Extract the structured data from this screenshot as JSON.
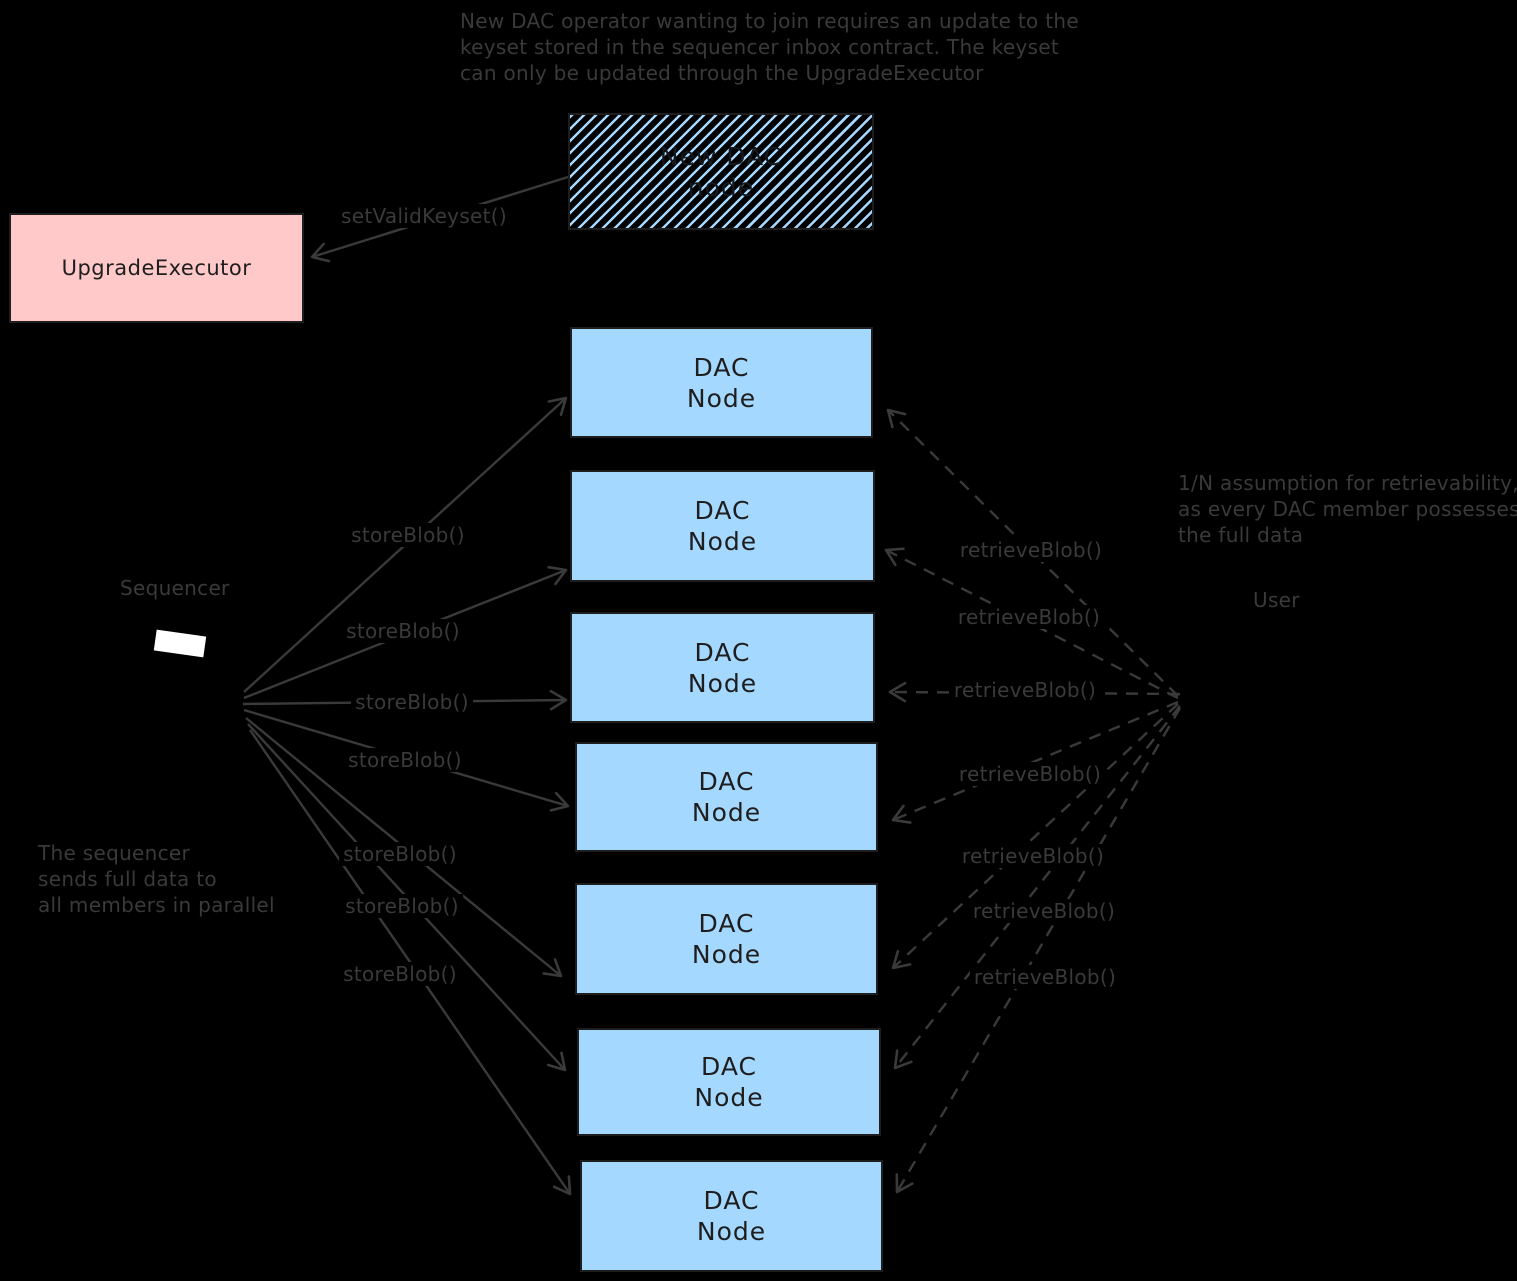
{
  "colors": {
    "background": "#000000",
    "stroke": "#3a3a3a",
    "dac_node_fill": "#a5d8ff",
    "upgrade_executor_fill": "#ffc9c9",
    "shape_border": "#1e1e1e",
    "sequencer_shape_fill": "#ffffff"
  },
  "annotations": {
    "top_note": {
      "lines": [
        "New DAC operator wanting to join requires an update to the",
        "keyset stored in the sequencer inbox contract. The keyset",
        "can only be updated through the UpgradeExecutor"
      ]
    },
    "retrievability_note": {
      "lines": [
        "1/N assumption for retrievability,",
        "as every DAC member possesses",
        "the full data"
      ]
    },
    "parallel_note": {
      "lines": [
        "The sequencer",
        "sends full data to",
        "all members in parallel"
      ]
    }
  },
  "nodes": {
    "new_dac_node": {
      "label_line1": "New DAC",
      "label_line2": "node"
    },
    "upgrade_executor": {
      "label": "UpgradeExecutor"
    },
    "sequencer": {
      "label": "Sequencer"
    },
    "user": {
      "label": "User"
    },
    "dac_node": {
      "label_line1": "DAC",
      "label_line2": "Node"
    },
    "dac_node_count": 7
  },
  "edge_labels": {
    "set_valid_keyset": "setValidKeyset()",
    "store_blob": "storeBlob()",
    "retrieve_blob": "retrieveBlob()"
  }
}
